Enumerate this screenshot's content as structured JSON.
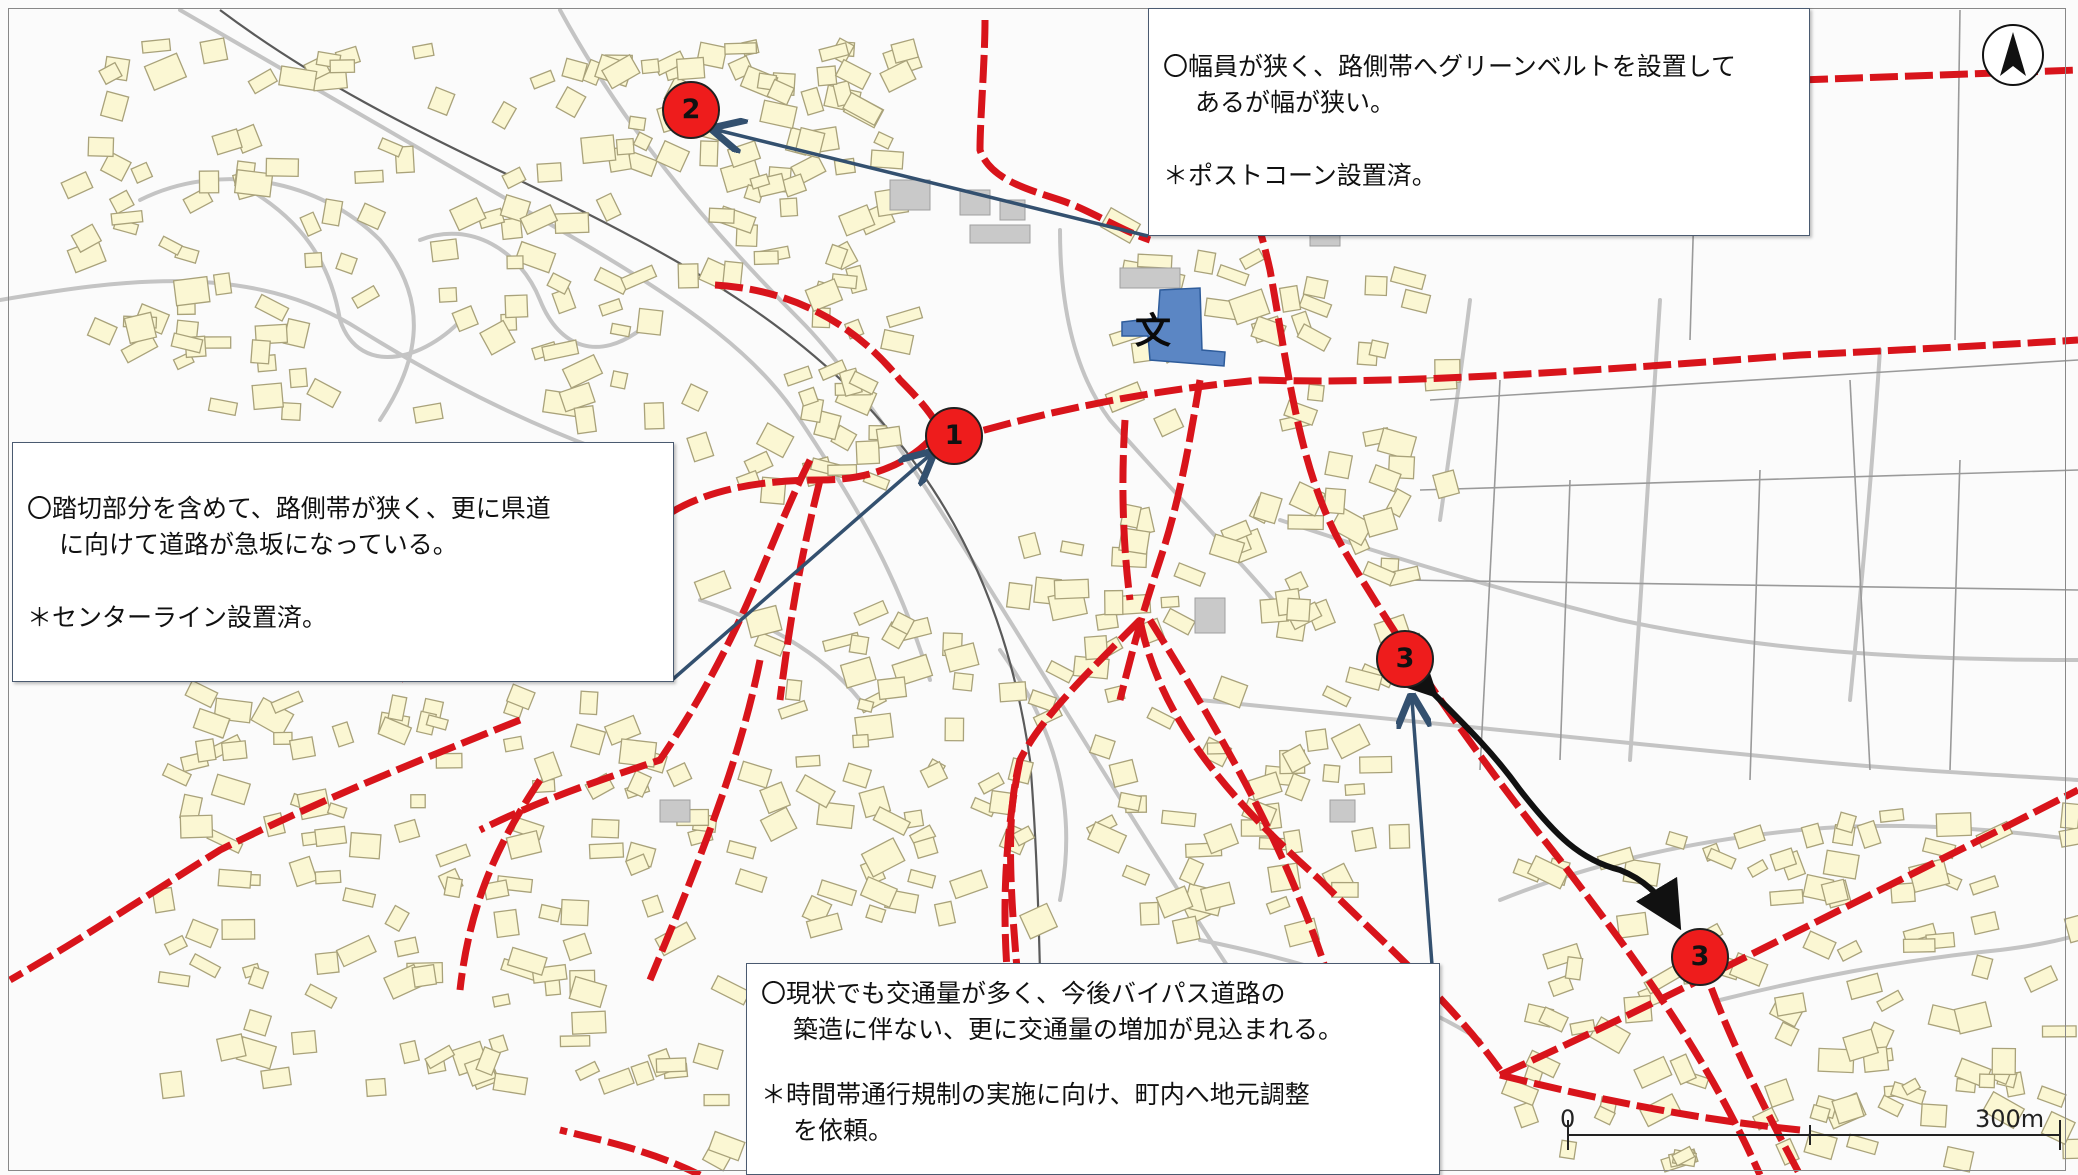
{
  "map": {
    "school_symbol": "文",
    "north_arrow_icon": "north-arrow-icon",
    "scale": {
      "start_label": "0",
      "end_label": "300m"
    },
    "colors": {
      "route": "#d8141b",
      "road": "#c4c4c4",
      "building_fill": "#fbf7d3",
      "building_stroke": "#a9a27a",
      "school_fill": "#5b86c4",
      "arrow": "#33506f"
    }
  },
  "markers": [
    {
      "label": "1"
    },
    {
      "label": "2"
    },
    {
      "label": "3"
    },
    {
      "label": "3"
    }
  ],
  "callouts": {
    "c1": {
      "line1": "〇踏切部分を含めて、路側帯が狭く、更に県道",
      "line2": "に向けて道路が急坂になっている。",
      "note": "＊センターライン設置済。"
    },
    "c2": {
      "line1": "〇幅員が狭く、路側帯へグリーンベルトを設置して",
      "line2": "あるが幅が狭い。",
      "note": "＊ポストコーン設置済。"
    },
    "c3": {
      "line1": "〇現状でも交通量が多く、今後バイパス道路の",
      "line2": "築造に伴ない、更に交通量の増加が見込まれる。",
      "note1": "＊時間帯通行規制の実施に向け、町内へ地元調整",
      "note2": "を依頼。"
    }
  }
}
